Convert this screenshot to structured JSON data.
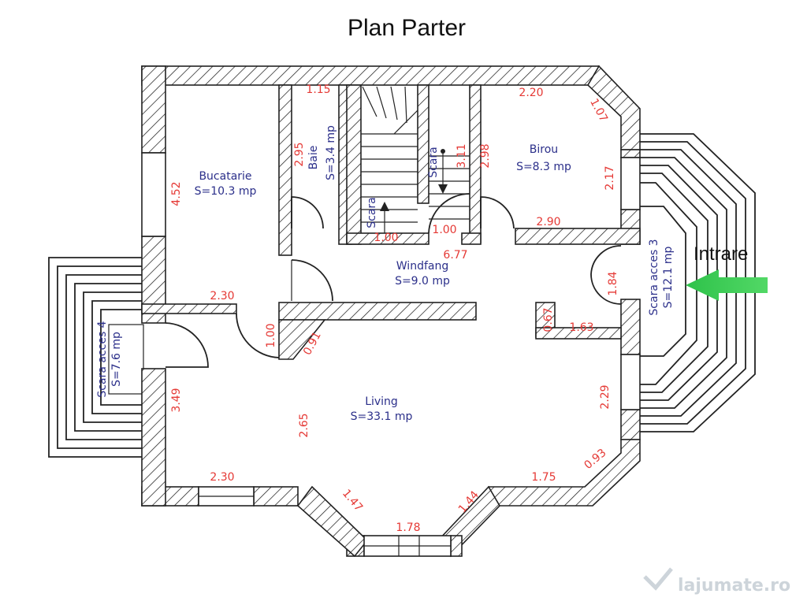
{
  "title": "Plan Parter",
  "entrance_label": "Intrare",
  "watermark": "lajumate.ro",
  "rooms": {
    "bucatarie": {
      "name": "Bucatarie",
      "area": "S=10.3 mp"
    },
    "baie": {
      "name": "Baie",
      "area": "S=3.4 mp"
    },
    "scara_up": {
      "name": "Scara"
    },
    "scara_down": {
      "name": "Scara"
    },
    "birou": {
      "name": "Birou",
      "area": "S=8.3 mp"
    },
    "windfang": {
      "name": "Windfang",
      "area": "S=9.0 mp"
    },
    "scara_acces_3": {
      "name": "Scara acces 3",
      "area": "S=12.1 mp"
    },
    "scara_acces_4": {
      "name": "Scara acces 4",
      "area": "S=7.6 mp"
    },
    "living": {
      "name": "Living",
      "area": "S=33.1 mp"
    }
  },
  "dimensions": {
    "baie_width": "1.15",
    "baie_height": "2.95",
    "bucatarie_height": "4.52",
    "bucatarie_width": "2.30",
    "stair_width_left": "1.00",
    "stair_width_right": "1.00",
    "stair_height": "3.11",
    "birou_height_left": "2.98",
    "birou_width_top": "2.20",
    "birou_diag": "1.07",
    "birou_height_right": "2.17",
    "birou_width_bottom": "2.90",
    "windfang_width": "6.77",
    "windfang_door": "1.84",
    "windfang_small": "0.67",
    "windfang_right": "1.63",
    "hall_door": "1.00",
    "hall_diag": "0.91",
    "living_left": "3.49",
    "living_mid": "2.65",
    "living_right": "2.29",
    "living_diag_right": "0.93",
    "living_bottom_left": "2.30",
    "bay_left": "1.47",
    "bay_mid": "1.78",
    "bay_right": "1.44",
    "living_bottom_right": "1.75"
  },
  "colors": {
    "wall_lines": "#222222",
    "room_label": "#2b2f8a",
    "dimension": "#e53935",
    "arrow": "#2ec24a"
  }
}
